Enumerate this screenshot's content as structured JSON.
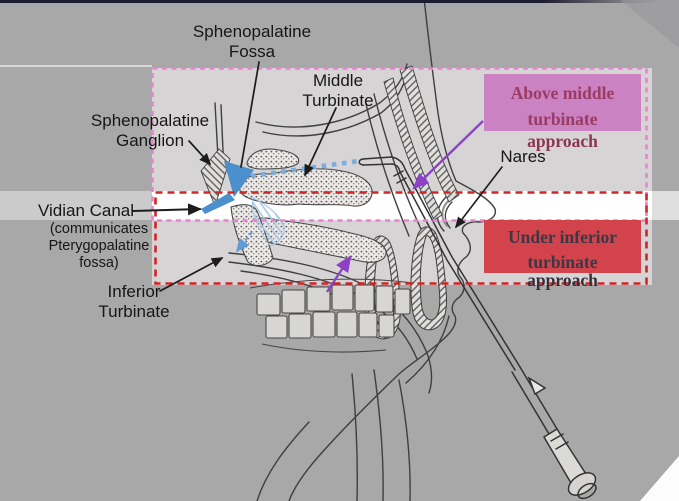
{
  "labels": {
    "sphenopalatine_fossa": [
      "Sphenopalatine",
      "Fossa"
    ],
    "middle_turbinate": [
      "Middle",
      "Turbinate"
    ],
    "sphenopalatine_ganglion": [
      "Sphenopalatine",
      "Ganglion"
    ],
    "nares": "Nares",
    "vidian_canal": [
      "Vidian Canal",
      "(communicates",
      "Pterygopalatine",
      "fossa)"
    ],
    "inferior_turbinate": [
      "Inferior",
      "Turbinate"
    ]
  },
  "callouts": {
    "above_middle": {
      "lines": [
        "Above middle",
        "turbinate",
        "approach"
      ]
    },
    "under_inferior": {
      "lines": [
        "Under inferior",
        "turbinate",
        "approach"
      ]
    }
  },
  "colors": {
    "background": "#a8a8a8",
    "panel": "#d6d4d5",
    "white_band": "#ffffff",
    "pink_dashed_frame": "#ee7fd5",
    "red_dashed_frame": "#cf2626",
    "above_callout_bg": "#ca82c3",
    "above_callout_text": "#993b63",
    "under_callout_bg": "#d2434c",
    "under_callout_text": "#3c3744",
    "approach_path_blue": "#79aede",
    "ganglion_blue": "#4b8fcc",
    "arrow_purple": "#8d41c6"
  }
}
